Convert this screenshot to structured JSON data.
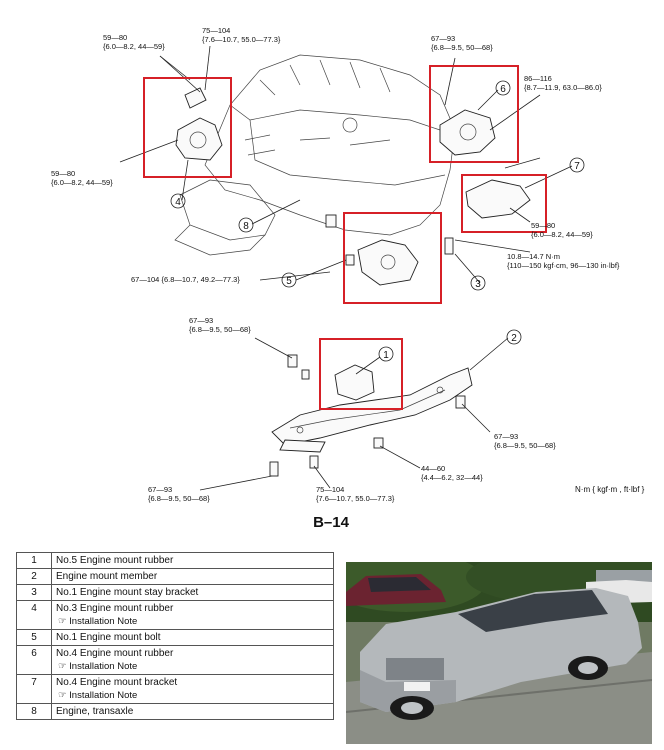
{
  "diagram": {
    "figure_label": "B–14",
    "units_note": "N·m { kgf·m , ft·lbf }",
    "specs": {
      "s1a": "59—80",
      "s1b": "{6.0—8.2, 44—59}",
      "s2a": "75—104",
      "s2b": "{7.6—10.7, 55.0—77.3}",
      "s3a": "67—93",
      "s3b": "{6.8—9.5, 50—68}",
      "s4a": "86—116",
      "s4b": "{8.7—11.9, 63.0—86.0}",
      "s5a": "59—80",
      "s5b": "{6.0—8.2, 44—59}",
      "s6a": "59—80",
      "s6b": "{6.0—8.2, 44—59}",
      "s7a": "10.8—14.7 N·m",
      "s7b": "{110—150 kgf·cm, 96—130 in·lbf}",
      "s8": "67—104 {6.8—10.7, 49.2—77.3}",
      "s9a": "67—93",
      "s9b": "{6.8—9.5, 50—68}",
      "s10a": "67—93",
      "s10b": "{6.8—9.5, 50—68}",
      "s11a": "44—60",
      "s11b": "{4.4—6.2, 32—44}",
      "s12a": "67—93",
      "s12b": "{6.8—9.5, 50—68}",
      "s13a": "75—104",
      "s13b": "{7.6—10.7, 55.0—77.3}"
    },
    "callouts": [
      "1",
      "2",
      "3",
      "4",
      "5",
      "6",
      "7",
      "8"
    ]
  },
  "legend": [
    {
      "num": "1",
      "name": "No.5 Engine mount rubber",
      "note": ""
    },
    {
      "num": "2",
      "name": "Engine mount member",
      "note": ""
    },
    {
      "num": "3",
      "name": "No.1 Engine mount stay bracket",
      "note": ""
    },
    {
      "num": "4",
      "name": "No.3 Engine mount rubber",
      "note": "☞ Installation Note"
    },
    {
      "num": "5",
      "name": "No.1 Engine mount bolt",
      "note": ""
    },
    {
      "num": "6",
      "name": "No.4 Engine mount rubber",
      "note": "☞ Installation Note"
    },
    {
      "num": "7",
      "name": "No.4 Engine mount bracket",
      "note": "☞ Installation Note"
    },
    {
      "num": "8",
      "name": "Engine, transaxle",
      "note": ""
    }
  ],
  "colors": {
    "highlight": "#d62027",
    "car_body": "#b4b8bb",
    "foliage": "#2f4a22"
  }
}
